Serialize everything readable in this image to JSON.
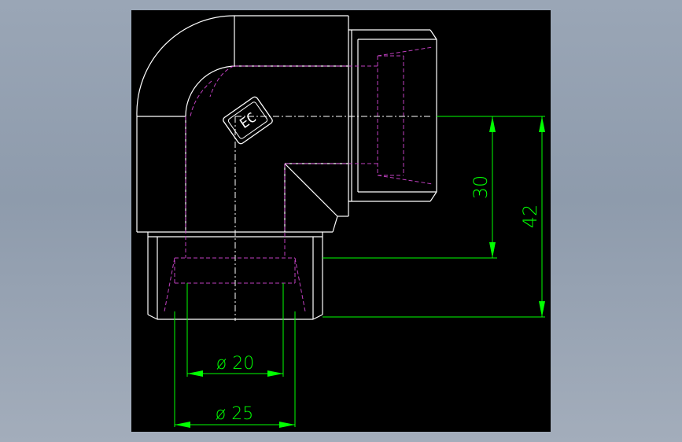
{
  "drawing": {
    "colors": {
      "background": "#000000",
      "outline": "#ffffff",
      "hidden": "#c040c0",
      "dimension": "#00ff00"
    },
    "dimensions": {
      "dia_inner": "ø 20",
      "dia_outer": "ø 25",
      "height_inner": "30",
      "height_outer": "42"
    },
    "logo": "EC"
  }
}
